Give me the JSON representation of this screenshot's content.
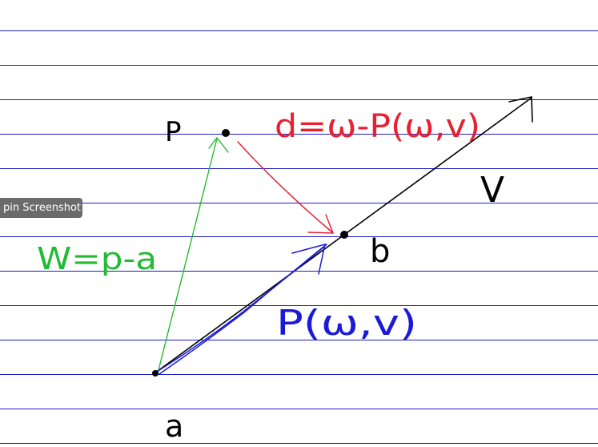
{
  "page": {
    "background": "#ffffff",
    "rule_color": "#1c1cc8",
    "rule_count": 13
  },
  "pin_button": {
    "label": "pin Screenshot",
    "background": "#6b6b6b"
  },
  "diagram": {
    "colors": {
      "black": "#000000",
      "green": "#22bb33",
      "red": "#e8202f",
      "blue": "#1a1ad8"
    },
    "labels": {
      "point_p": "P",
      "point_a": "a",
      "point_b": "b",
      "vector_v": "V",
      "w_eq": "W=p-a",
      "d_eq": "d=ω-P(ω,v)",
      "proj": "P(ω,v)"
    }
  }
}
